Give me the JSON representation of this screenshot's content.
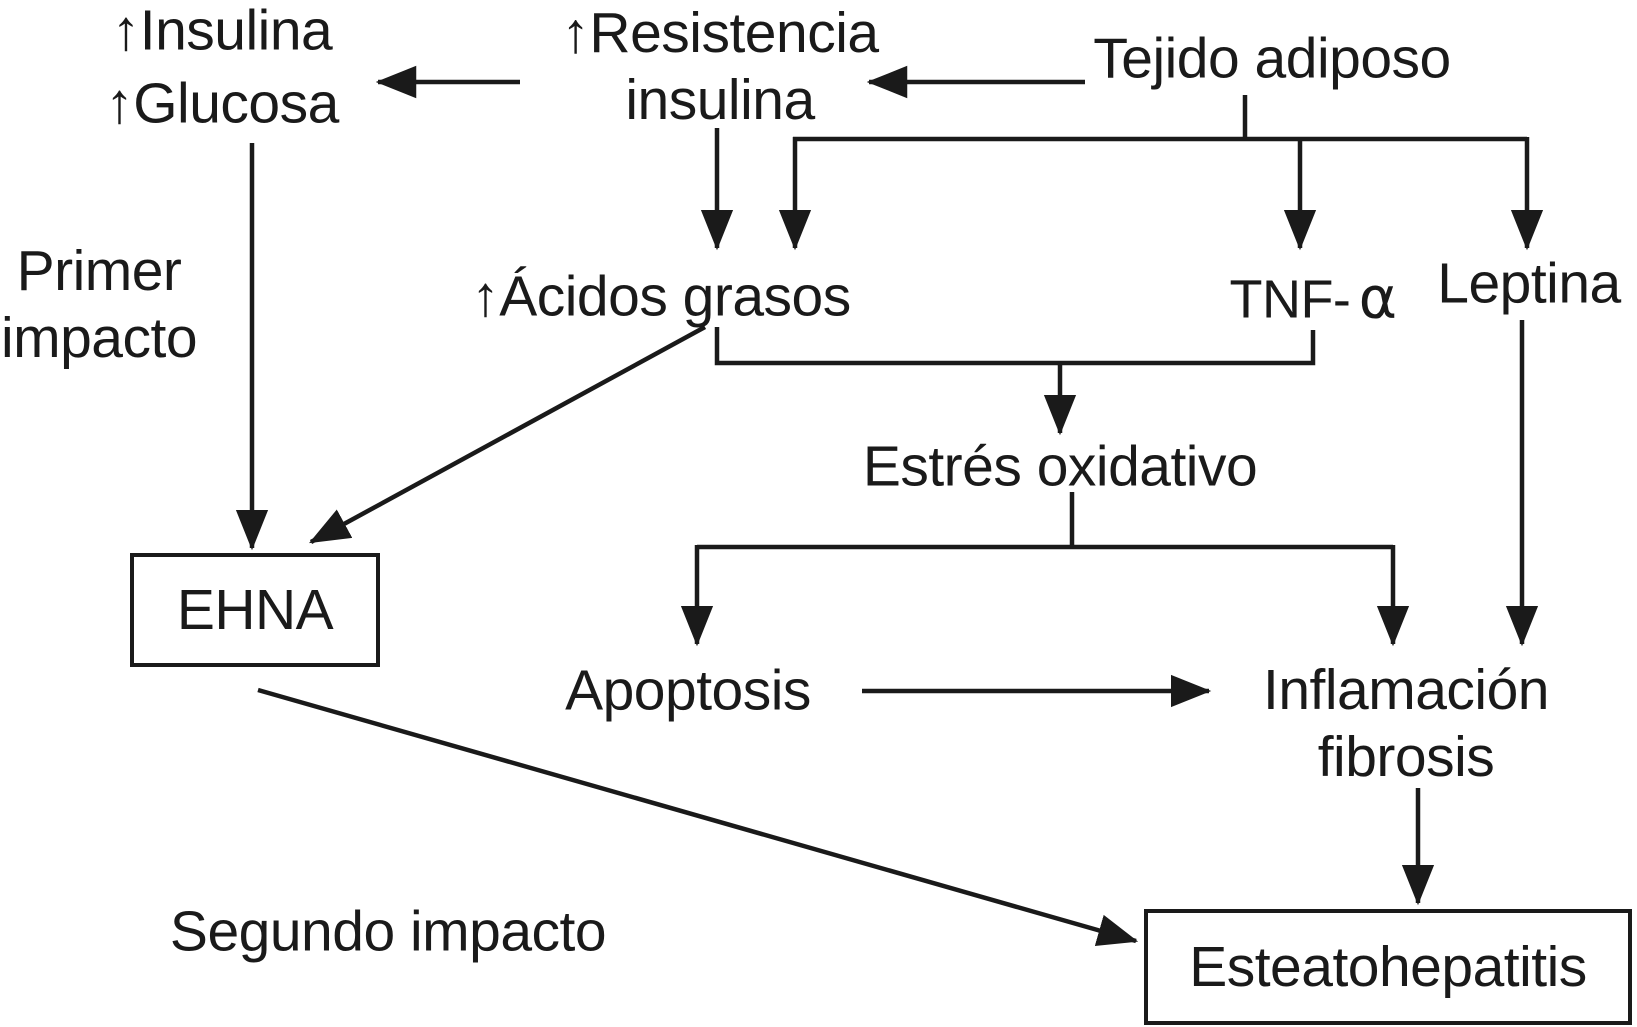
{
  "diagram": {
    "description": "Two-hit pathogenesis flowchart (Spanish) for non-alcoholic steatohepatitis",
    "colors": {
      "ink": "#1a1a1a",
      "background": "#ffffff"
    },
    "nodes": {
      "insulina": "↑Insulina",
      "glucosa": "↑Glucosa",
      "resistencia_line1": "↑Resistencia",
      "resistencia_line2": "insulina",
      "tejido_adiposo": "Tejido adiposo",
      "primer_impacto_line1": "Primer",
      "primer_impacto_line2": "impacto",
      "acidos_grasos": "↑Ácidos grasos",
      "tnf_prefix": "TNF-",
      "tnf_alpha": "α",
      "leptina": "Leptina",
      "estres_oxidativo": "Estrés oxidativo",
      "ehna": "EHNA",
      "apoptosis": "Apoptosis",
      "inflamacion_line1": "Inflamación",
      "inflamacion_line2": "fibrosis",
      "segundo_impacto": "Segundo impacto",
      "esteatohepatitis": "Esteatohepatitis"
    }
  }
}
